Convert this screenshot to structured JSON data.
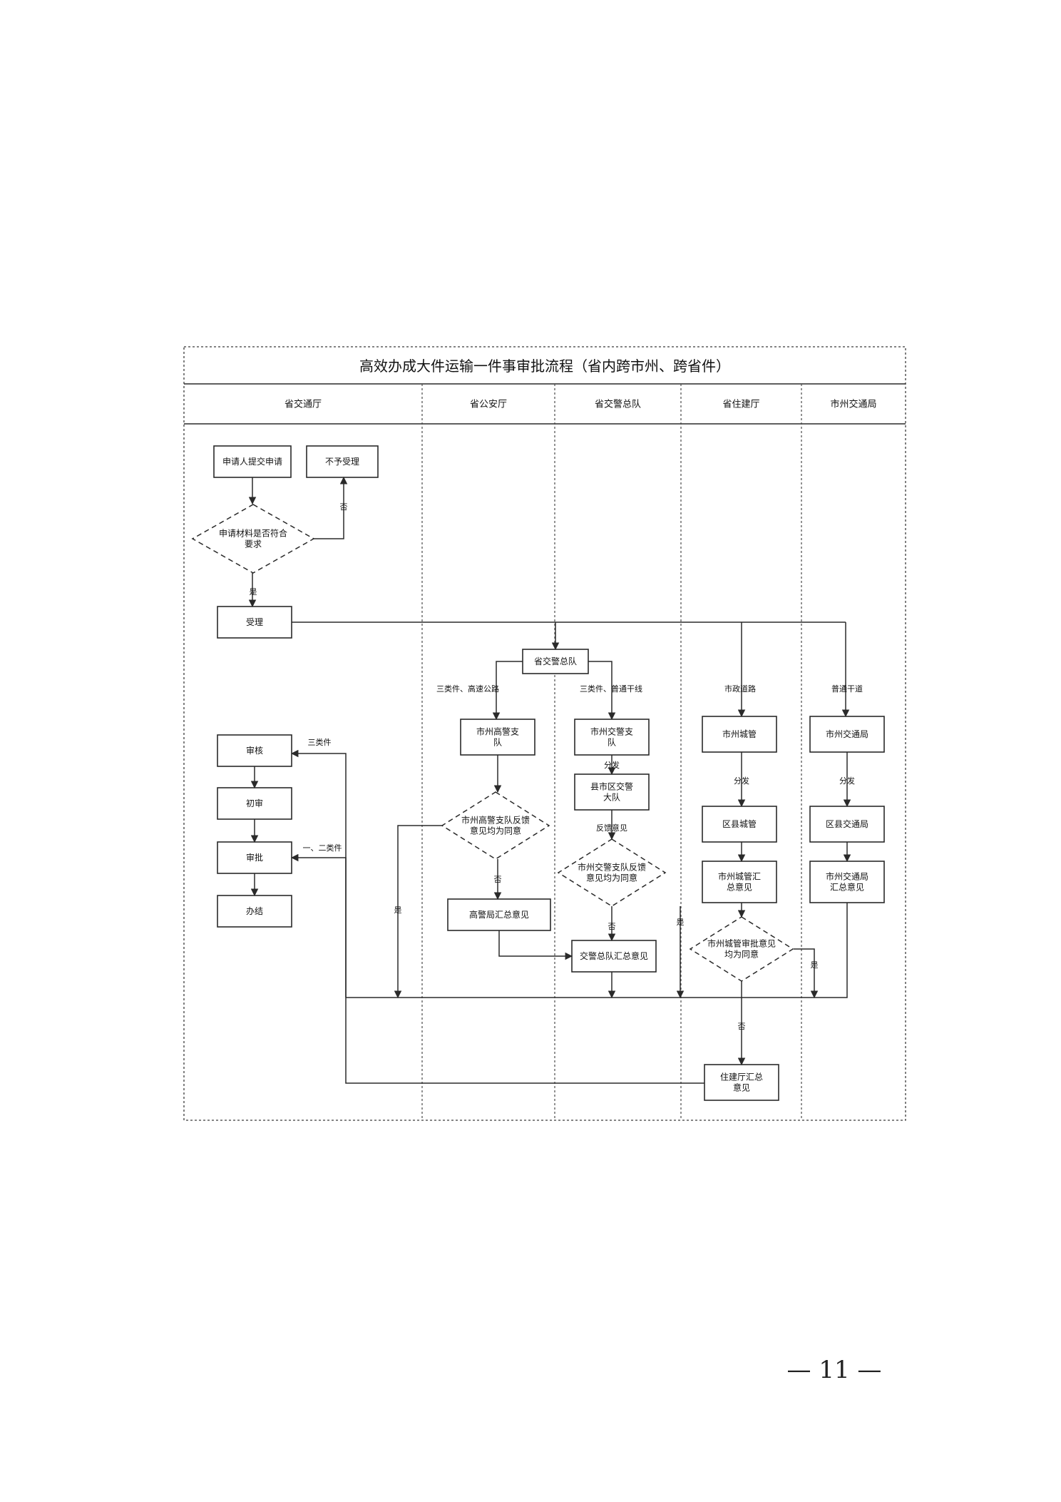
{
  "title": "高效办成大件运输一件事审批流程（省内跨市州、跨省件）",
  "lanes": [
    {
      "id": "provincial_transport_dept",
      "label": "省交通厅"
    },
    {
      "id": "provincial_public_security",
      "label": "省公安厅"
    },
    {
      "id": "provincial_traffic_police",
      "label": "省交警总队"
    },
    {
      "id": "provincial_housing_dept",
      "label": "省住建厅"
    },
    {
      "id": "city_transport_bureau",
      "label": "市州交通局"
    }
  ],
  "nodes": {
    "applicant_submit": "申请人提交申请",
    "reject": "不予受理",
    "materials_check": "申请材料是否符合要求",
    "accept": "受理",
    "traffic_police_corps": "省交警总队",
    "highway_police_detachment": "市州高警支队",
    "traffic_police_detachment": "市州交警支队",
    "city_urban_management": "市州城管",
    "city_transport_bureau": "市州交通局",
    "county_traffic_brigade": "县市区交警大队",
    "county_urban_management": "区县城管",
    "county_transport_bureau": "区县交通局",
    "highway_feedback_check": "市州高警支队反馈意见均为同意",
    "traffic_feedback_check": "市州交警支队反馈意见均为同意",
    "city_urban_summary": "市州城管汇总意见",
    "city_transport_summary": "市州交通局汇总意见",
    "urban_approval_check": "市州城管审批意见均为同意",
    "highway_bureau_summary": "高警局汇总意见",
    "traffic_corps_summary": "交警总队汇总意见",
    "housing_summary": "住建厅汇总意见",
    "review": "审核",
    "first_review": "初审",
    "approve": "审批",
    "issue": "办结"
  },
  "edge_labels": {
    "no": "否",
    "yes": "是",
    "class3": "三类件",
    "class12": "一、二类件",
    "class3_highway": "三类件、高速公路",
    "class3_ordinary": "三类件、普通干线",
    "city_review": "市政道路",
    "city_trunk": "普通干道",
    "dispatch": "分发",
    "feedback": "反馈意见"
  },
  "page_number": "— 11 —"
}
